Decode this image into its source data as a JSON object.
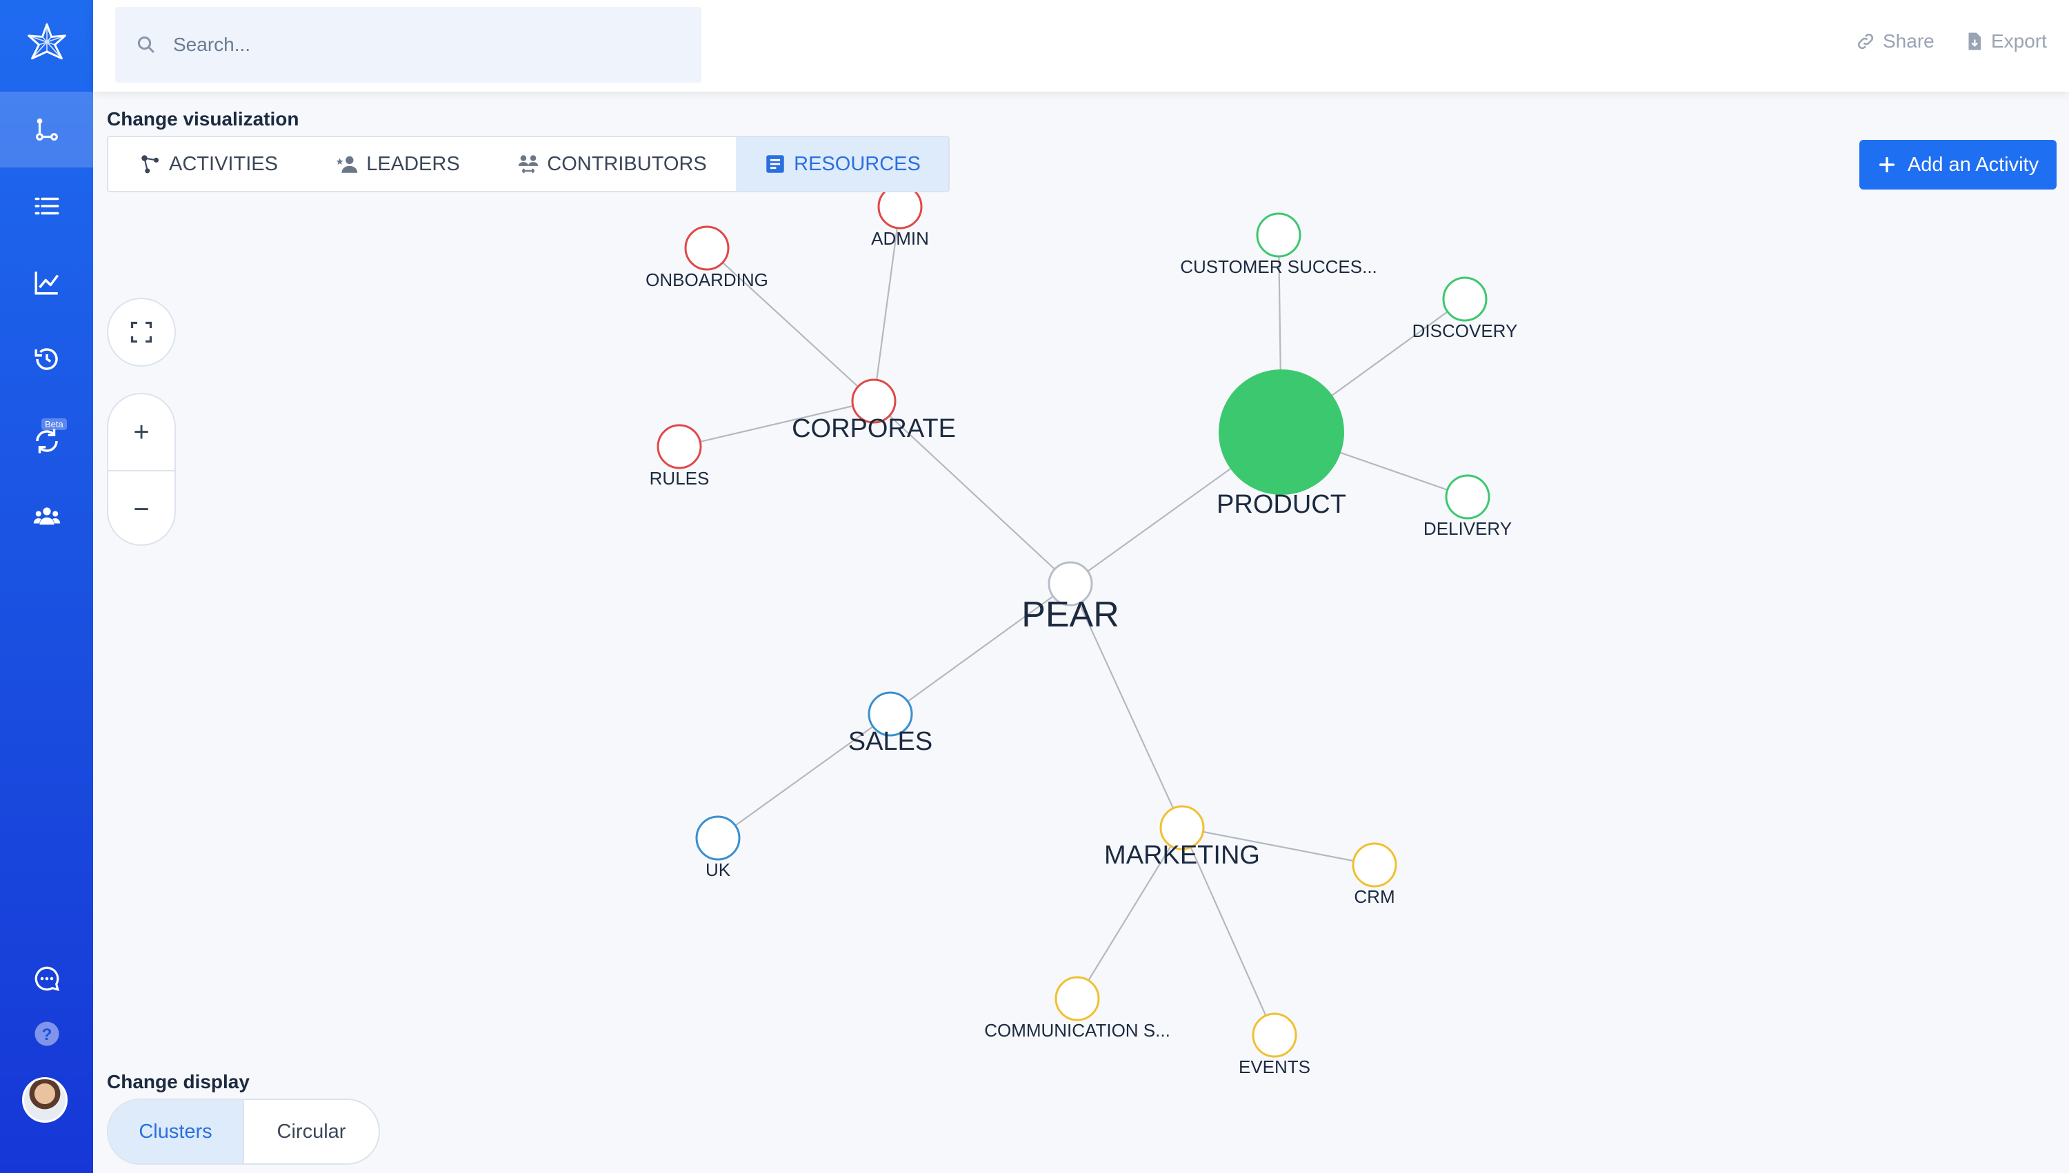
{
  "app": {
    "logo_icon": "star-network-logo"
  },
  "sidebar": {
    "items": [
      {
        "name": "graph-view",
        "icon": "node-graph-icon"
      },
      {
        "name": "list-view",
        "icon": "list-icon"
      },
      {
        "name": "analytics",
        "icon": "line-chart-icon"
      },
      {
        "name": "history",
        "icon": "history-icon"
      },
      {
        "name": "sync",
        "icon": "sync-icon",
        "badge": "Beta"
      },
      {
        "name": "team",
        "icon": "team-icon"
      }
    ],
    "bottom": [
      {
        "name": "chat",
        "icon": "chat-icon"
      },
      {
        "name": "help",
        "icon": "help-icon"
      }
    ]
  },
  "search": {
    "placeholder": "Search..."
  },
  "actions": {
    "share": "Share",
    "export": "Export"
  },
  "visualization": {
    "label": "Change visualization",
    "tabs": [
      {
        "label": "ACTIVITIES",
        "icon": "activities-icon",
        "active": false
      },
      {
        "label": "LEADERS",
        "icon": "leaders-icon",
        "active": false
      },
      {
        "label": "CONTRIBUTORS",
        "icon": "contributors-icon",
        "active": false
      },
      {
        "label": "RESOURCES",
        "icon": "resources-icon",
        "active": true
      }
    ]
  },
  "add_activity": {
    "label": "Add an Activity"
  },
  "zoom": {
    "in": "+",
    "out": "−"
  },
  "display": {
    "label": "Change display",
    "options": [
      {
        "label": "Clusters",
        "active": true
      },
      {
        "label": "Circular",
        "active": false
      }
    ]
  },
  "graph": {
    "colors": {
      "corporate": "#e04848",
      "product": "#3cc86e",
      "sales": "#3a8fd0",
      "marketing": "#f0c030",
      "root": "#b8bec8",
      "edge": "#b5b8bd"
    },
    "nodes": [
      {
        "id": "pear",
        "label": "PEAR"
      },
      {
        "id": "corporate",
        "label": "CORPORATE"
      },
      {
        "id": "onboarding",
        "label": "ONBOARDING"
      },
      {
        "id": "admin",
        "label": "ADMIN"
      },
      {
        "id": "rules",
        "label": "RULES"
      },
      {
        "id": "product",
        "label": "PRODUCT"
      },
      {
        "id": "customer_success",
        "label": "CUSTOMER SUCCES..."
      },
      {
        "id": "discovery",
        "label": "DISCOVERY"
      },
      {
        "id": "delivery",
        "label": "DELIVERY"
      },
      {
        "id": "sales",
        "label": "SALES"
      },
      {
        "id": "uk",
        "label": "UK"
      },
      {
        "id": "marketing",
        "label": "MARKETING"
      },
      {
        "id": "crm",
        "label": "CRM"
      },
      {
        "id": "communication",
        "label": "COMMUNICATION S..."
      },
      {
        "id": "events",
        "label": "EVENTS"
      }
    ],
    "edges": [
      [
        "pear",
        "corporate"
      ],
      [
        "corporate",
        "onboarding"
      ],
      [
        "corporate",
        "admin"
      ],
      [
        "corporate",
        "rules"
      ],
      [
        "pear",
        "product"
      ],
      [
        "product",
        "customer_success"
      ],
      [
        "product",
        "discovery"
      ],
      [
        "product",
        "delivery"
      ],
      [
        "pear",
        "sales"
      ],
      [
        "sales",
        "uk"
      ],
      [
        "pear",
        "marketing"
      ],
      [
        "marketing",
        "crm"
      ],
      [
        "marketing",
        "communication"
      ],
      [
        "marketing",
        "events"
      ]
    ]
  }
}
